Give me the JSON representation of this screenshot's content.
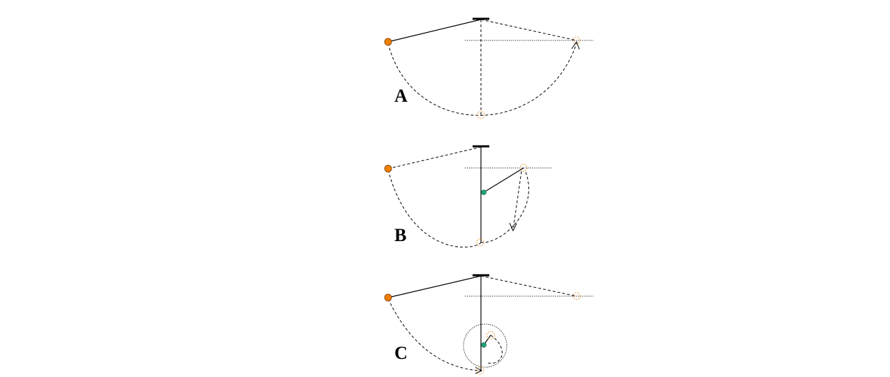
{
  "panels": [
    {
      "label": "A"
    },
    {
      "label": "B"
    },
    {
      "label": "C"
    }
  ],
  "colors": {
    "bob": "#f07f00",
    "bob_outline": "#7a3a00",
    "peg": "#1aa37a",
    "ghost": "#e8a040",
    "line": "#000000"
  }
}
